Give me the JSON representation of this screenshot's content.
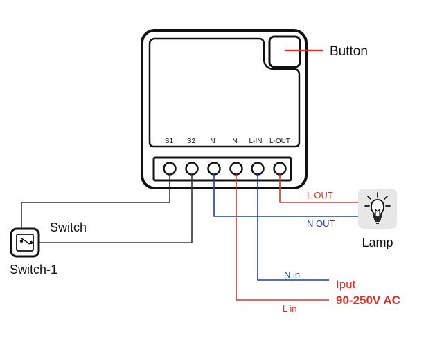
{
  "device": {
    "button_label": "Button",
    "terminals": [
      "S1",
      "S2",
      "N",
      "N",
      "L-IN",
      "L-OUT"
    ]
  },
  "switch": {
    "label": "Switch",
    "name": "Switch-1"
  },
  "lamp": {
    "label": "Lamp",
    "wire_labels": {
      "l_out": "L OUT",
      "n_out": "N OUT"
    }
  },
  "input": {
    "n_in": "N in",
    "l_in": "L in",
    "title": "Iput",
    "voltage": "90-250V AC"
  },
  "colors": {
    "black": "#111111",
    "neutral_wire": "#1f3f9e",
    "live_wire": "#d7332a",
    "lamp_box": "#e7e7e7"
  },
  "icons": {
    "lamp": "lightbulb-icon",
    "switch": "switch-icon"
  }
}
